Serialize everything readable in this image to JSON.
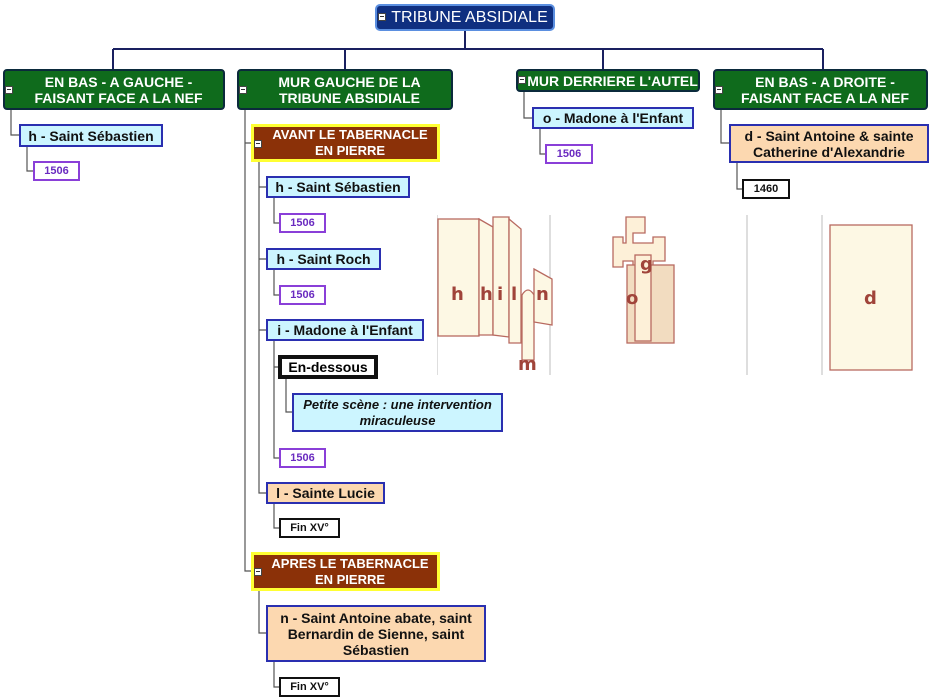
{
  "root": "TRIBUNE ABSIDIALE",
  "branches": [
    {
      "title": "EN BAS - A GAUCHE - FAISANT FACE A LA NEF",
      "items": [
        {
          "label": "h -  Saint Sébastien",
          "date": "1506"
        }
      ]
    },
    {
      "title": "MUR GAUCHE DE LA TRIBUNE ABSIDIALE",
      "groups": [
        {
          "title": "AVANT LE TABERNACLE EN PIERRE",
          "items": [
            {
              "label": "h -  Saint Sébastien",
              "date": "1506"
            },
            {
              "label": "h -  Saint Roch",
              "date": "1506"
            },
            {
              "label": "i -  Madone à l'Enfant",
              "sub": "En-dessous",
              "note": "Petite scène : une intervention miraculeuse",
              "date": "1506"
            },
            {
              "label": "l -  Sainte Lucie",
              "date": "Fin XV°"
            }
          ]
        },
        {
          "title": "APRES LE TABERNACLE EN PIERRE",
          "items": [
            {
              "label": "n -  Saint Antoine abate, saint Bernardin de Sienne, saint Sébastien",
              "date": "Fin XV°"
            }
          ]
        }
      ]
    },
    {
      "title": "MUR DERRIERE L'AUTEL",
      "items": [
        {
          "label": "o -  Madone à l'Enfant",
          "date": "1506"
        }
      ]
    },
    {
      "title": "EN BAS - A DROITE - FAISANT FACE A LA NEF",
      "items": [
        {
          "label": "d -  Saint Antoine & sainte Catherine d'Alexandrie",
          "date": "1460"
        }
      ]
    }
  ],
  "plan_labels": [
    "h",
    "h",
    "i",
    "l",
    "m",
    "n",
    "g",
    "o",
    "d"
  ],
  "colors": {
    "green": "#0f6b1c",
    "brown": "#8b3108",
    "cyan": "#ccf5ff",
    "peach": "#fcd8b0",
    "date": "#8a3fd8",
    "line": "#1a2060"
  }
}
